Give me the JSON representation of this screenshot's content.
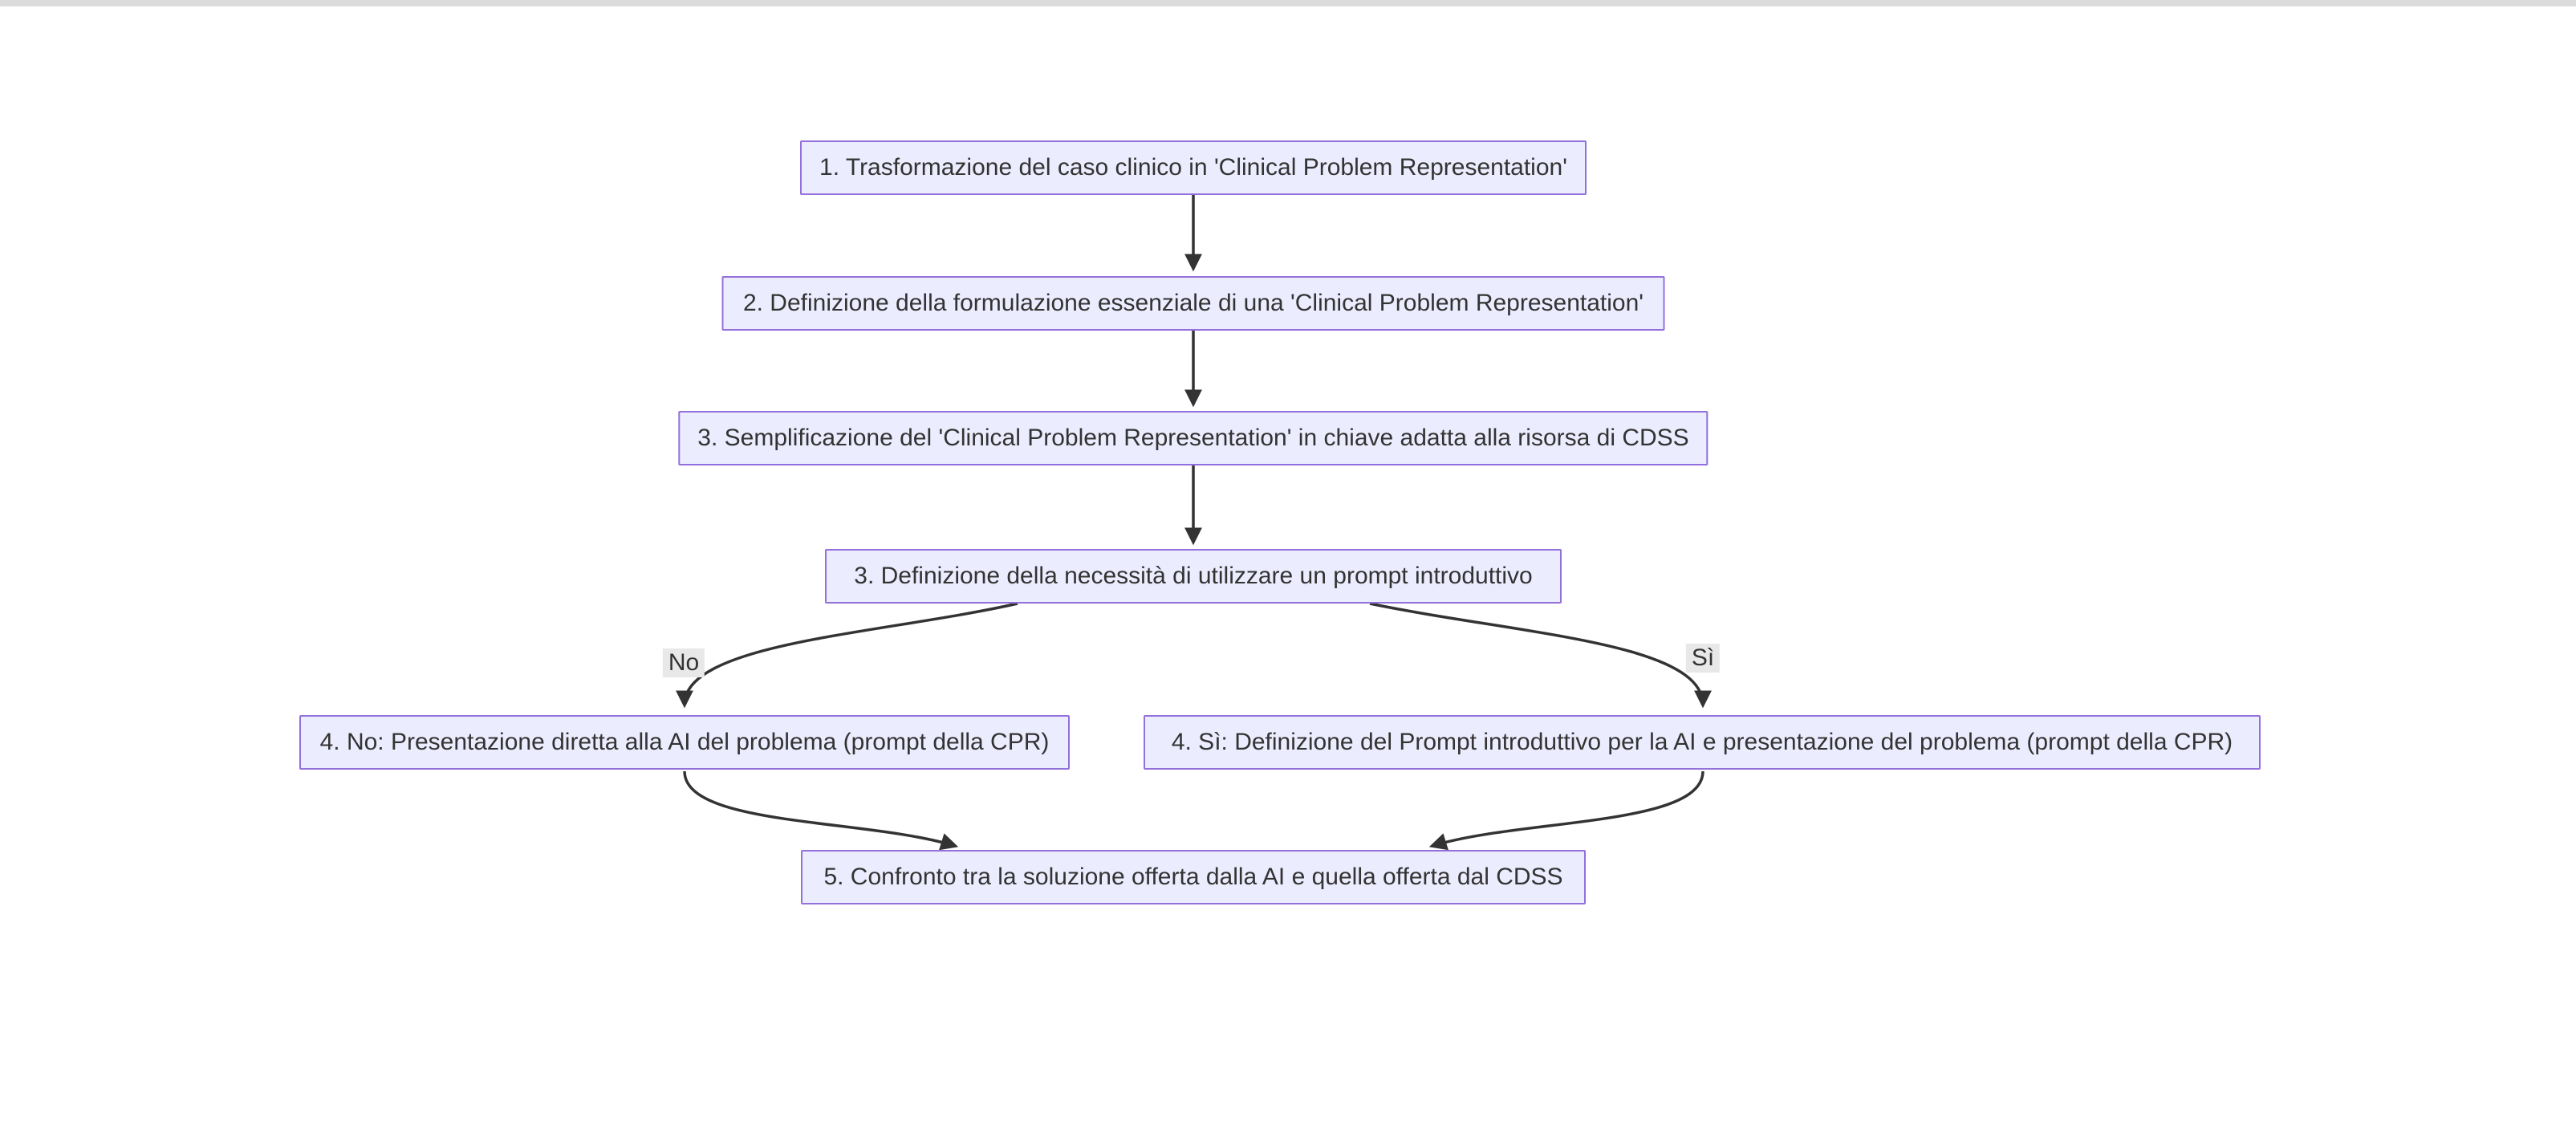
{
  "diagram": {
    "type": "flowchart",
    "direction": "top-down",
    "nodes": [
      {
        "id": "step1",
        "label": "1. Trasformazione del caso clinico in 'Clinical Problem Representation'"
      },
      {
        "id": "step2",
        "label": "2. Definizione della formulazione essenziale di una 'Clinical Problem Representation'"
      },
      {
        "id": "step3",
        "label": "3. Semplificazione del 'Clinical Problem Representation' in chiave adatta alla risorsa di CDSS"
      },
      {
        "id": "step3b",
        "label": "3. Definizione della necessità di utilizzare un prompt introduttivo"
      },
      {
        "id": "step4no",
        "label": "4. No: Presentazione diretta alla AI del problema (prompt della CPR)"
      },
      {
        "id": "step4si",
        "label": "4. Sì: Definizione del Prompt introduttivo per la AI e presentazione del problema (prompt della CPR)"
      },
      {
        "id": "step5",
        "label": "5. Confronto tra la soluzione offerta dalla AI e quella offerta dal CDSS"
      }
    ],
    "edges": [
      {
        "from": "step1",
        "to": "step2",
        "label": ""
      },
      {
        "from": "step2",
        "to": "step3",
        "label": ""
      },
      {
        "from": "step3",
        "to": "step3b",
        "label": ""
      },
      {
        "from": "step3b",
        "to": "step4no",
        "label": "No"
      },
      {
        "from": "step3b",
        "to": "step4si",
        "label": "Sì"
      },
      {
        "from": "step4no",
        "to": "step5",
        "label": ""
      },
      {
        "from": "step4si",
        "to": "step5",
        "label": ""
      }
    ],
    "colors": {
      "node_fill": "#ECECFF",
      "node_border": "#9370DB",
      "edge_line": "#333333",
      "text": "#333333",
      "edge_label_bg": "#e8e8e8",
      "top_bar": "#dcdcdc",
      "background": "#ffffff"
    }
  }
}
